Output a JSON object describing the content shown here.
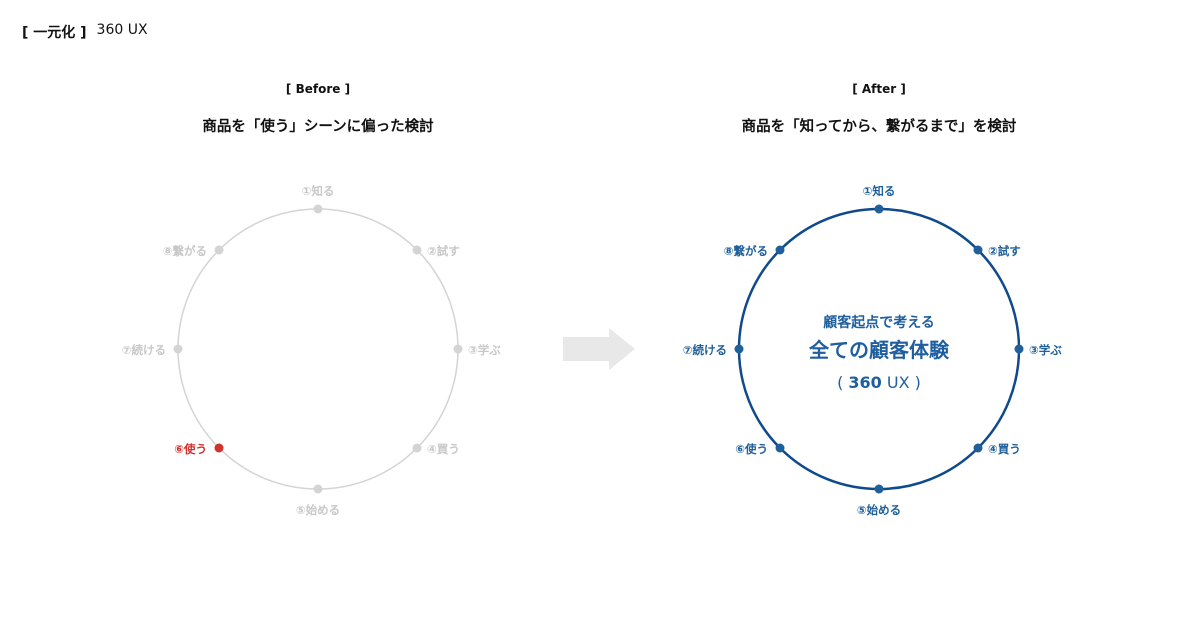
{
  "header": {
    "tag": "[ 一元化 ]",
    "title": "360 UX"
  },
  "before": {
    "tag": "[ Before ]",
    "heading": "商品を「使う」シーンに偏った検討",
    "nodes": [
      {
        "label": "①知る",
        "active": false
      },
      {
        "label": "②試す",
        "active": false
      },
      {
        "label": "③学ぶ",
        "active": false
      },
      {
        "label": "④買う",
        "active": false
      },
      {
        "label": "⑤始める",
        "active": false
      },
      {
        "label": "⑥使う",
        "active": true
      },
      {
        "label": "⑦続ける",
        "active": false
      },
      {
        "label": "⑧繋がる",
        "active": false
      }
    ]
  },
  "after": {
    "tag": "[ After ]",
    "heading": "商品を「知ってから、繋がるまで」を検討",
    "center": {
      "subtitle": "顧客起点で考える",
      "title": "全ての顧客体験",
      "tag_prefix": "( ",
      "tag_bold": "360",
      "tag_suffix": " UX )"
    },
    "nodes": [
      {
        "label": "①知る"
      },
      {
        "label": "②試す"
      },
      {
        "label": "③学ぶ"
      },
      {
        "label": "④買う"
      },
      {
        "label": "⑤始める"
      },
      {
        "label": "⑥使う"
      },
      {
        "label": "⑦続ける"
      },
      {
        "label": "⑧繋がる"
      }
    ]
  },
  "colors": {
    "inactive": "#d4d4d4",
    "inactive_text": "#c8c8c8",
    "active": "#d0322d",
    "after_line": "#0e4a8c",
    "after_dot": "#1f5f9a",
    "after_text": "#1f5f9a",
    "arrow": "#e8e8e8"
  }
}
